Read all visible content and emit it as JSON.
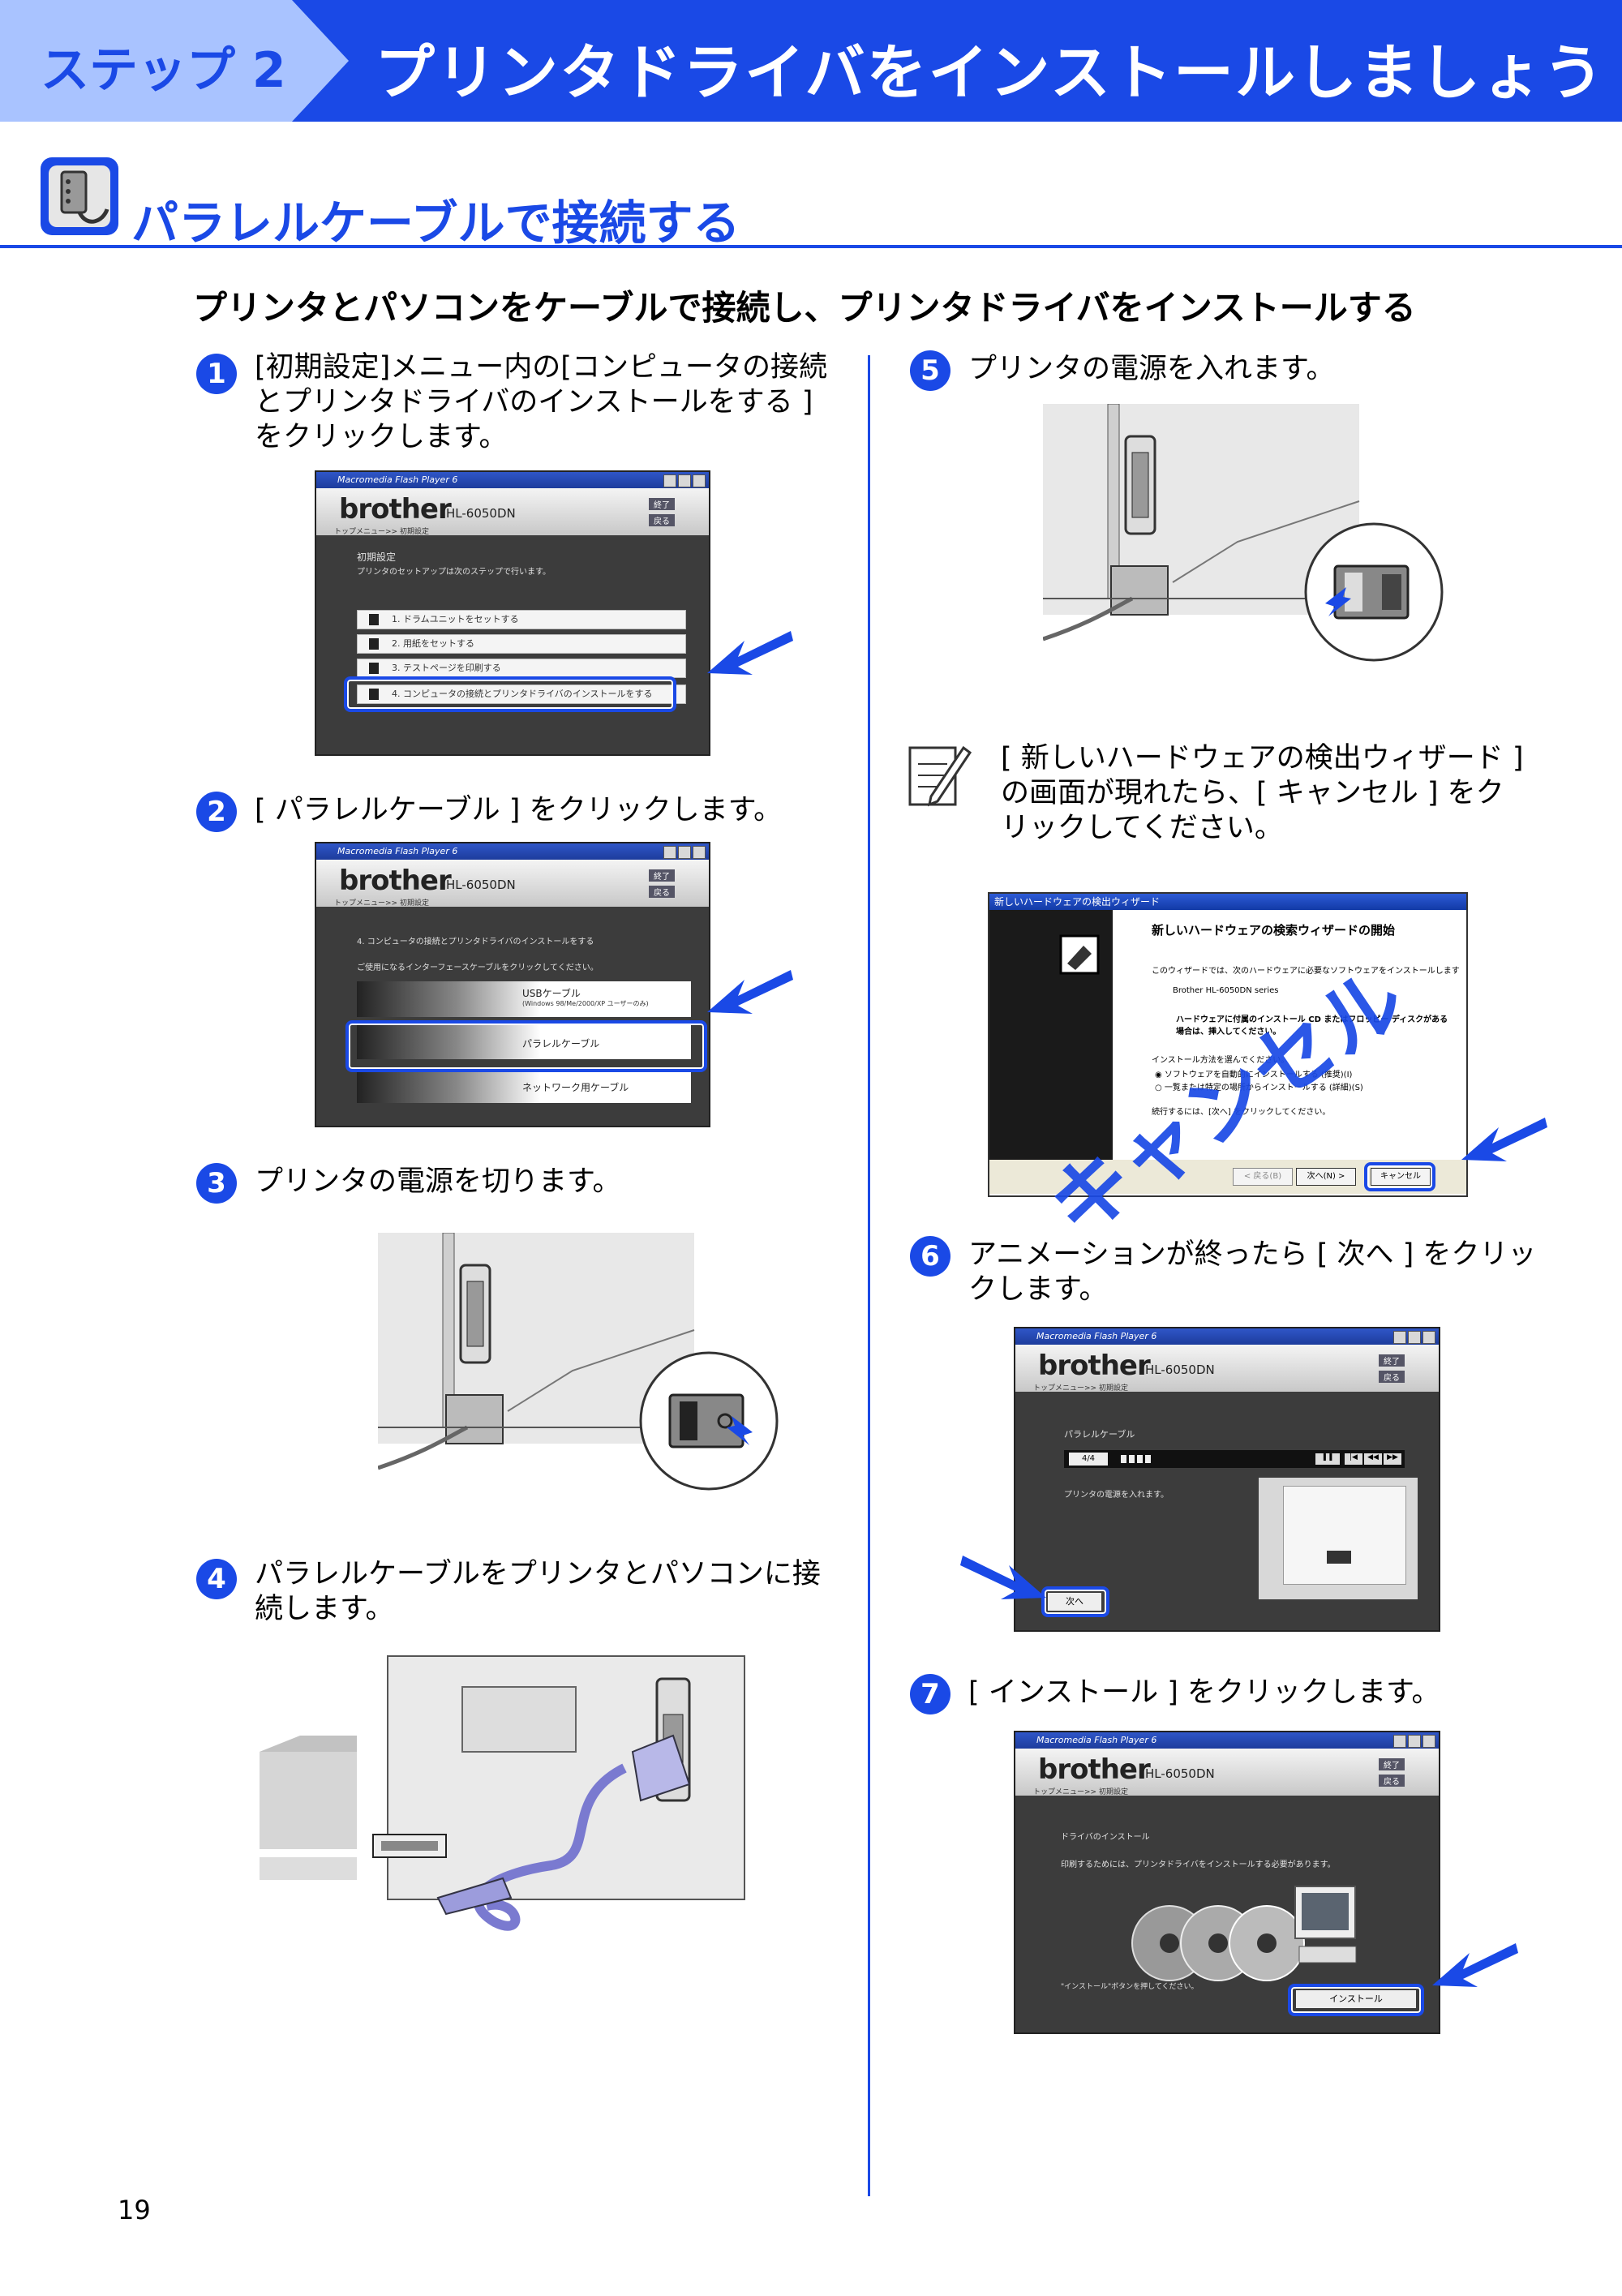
{
  "header": {
    "step_label": "ステップ 2",
    "title": "プリンタドライバをインストールしましょう"
  },
  "section": {
    "title": "パラレルケーブルで接続する",
    "lead": "プリンタとパソコンをケーブルで接続し、プリンタドライバをインストールする"
  },
  "steps": [
    {
      "num": "1",
      "text": "[初期設定]メニュー内の[コンピュータの接続とプリンタドライバのインストールをする ] をクリックします。"
    },
    {
      "num": "2",
      "text": "[ パラレルケーブル ] をクリックします。"
    },
    {
      "num": "3",
      "text": "プリンタの電源を切ります。"
    },
    {
      "num": "4",
      "text": "パラレルケーブルをプリンタとパソコンに接続します。"
    },
    {
      "num": "5",
      "text": "プリンタの電源を入れます。"
    },
    {
      "num": "6",
      "text": "アニメーションが終ったら [ 次へ ] をクリックします。"
    },
    {
      "num": "7",
      "text": "[ インストール ] をクリックします。"
    }
  ],
  "note": {
    "text": "[ 新しいハードウェアの検出ウィザード ] の画面が現れたら、[ キャンセル ] をクリックしてください。",
    "overlay_text": "キャンセル"
  },
  "app": {
    "window_title": "Macromedia Flash Player 6",
    "logo": "brother",
    "model": "HL-6050DN",
    "crumb": "トップメニュー>> 初期設定",
    "exit": "終了",
    "back": "戻る"
  },
  "screen1": {
    "heading": "初期設定",
    "sub": "プリンタのセットアップは次のステップで行います。",
    "items": [
      "1. ドラムユニットをセットする",
      "2. 用紙をセットする",
      "3. テストページを印刷する",
      "4. コンピュータの接続とプリンタドライバのインストールをする"
    ]
  },
  "screen2": {
    "heading": "4. コンピュータの接続とプリンタドライバのインストールをする",
    "sub": "ご使用になるインターフェースケーブルをクリックしてください。",
    "usb": "USBケーブル",
    "usb_sub": "(Windows 98/Me/2000/XP ユーザーのみ)",
    "parallel": "パラレルケーブル",
    "network": "ネットワーク用ケーブル"
  },
  "wizard": {
    "title": "新しいハードウェアの検出ウィザード",
    "heading": "新しいハードウェアの検索ウィザードの開始",
    "line1": "このウィザードでは、次のハードウェアに必要なソフトウェアをインストールします",
    "line2": "Brother HL-6050DN series",
    "line3": "ハードウェアに付属のインストール CD またはフロッピー ディスクがある場合は、挿入してください。",
    "line4": "インストール方法を選んでください。",
    "opt1": "ソフトウェアを自動的にインストールする (推奨)(I)",
    "opt2": "一覧または特定の場所からインストールする (詳細)(S)",
    "line5": "続行するには、[次へ] をクリックしてください。",
    "btn_back": "< 戻る(B)",
    "btn_next": "次へ(N) >",
    "btn_cancel": "キャンセル"
  },
  "screen6": {
    "heading": "パラレルケーブル",
    "counter": "4/4",
    "sub": "プリンタの電源を入れます。",
    "next": "次へ"
  },
  "screen7": {
    "heading": "ドライバのインストール",
    "sub": "印刷するためには、プリンタドライバをインストールする必要があります。",
    "hint": "\"インストール\"ボタンを押してください。",
    "install": "インストール"
  },
  "page_number": "19"
}
